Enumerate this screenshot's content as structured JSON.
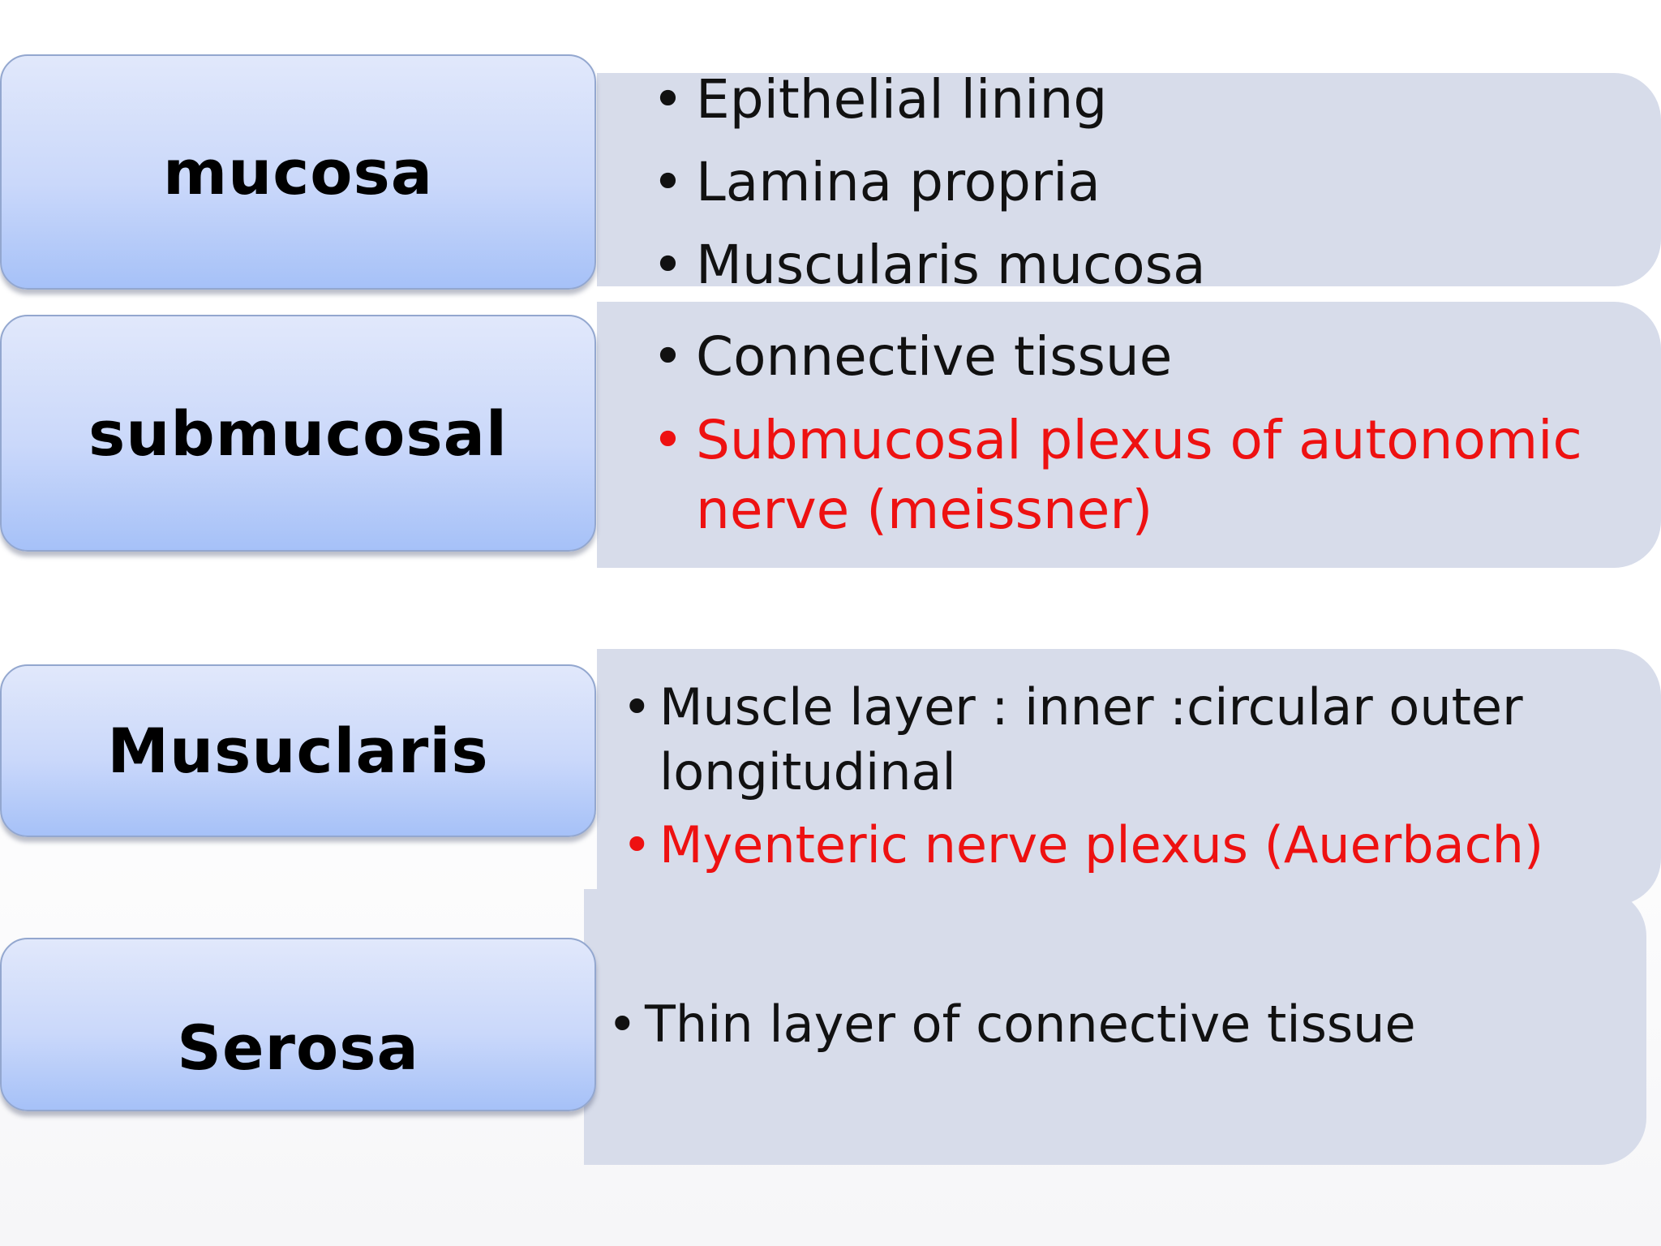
{
  "rows": [
    {
      "label": "mucosa",
      "items": [
        {
          "text": "Epithelial lining",
          "color": "#111111"
        },
        {
          "text": "Lamina propria",
          "color": "#111111"
        },
        {
          "text": "Muscularis mucosa",
          "color": "#111111"
        }
      ]
    },
    {
      "label": "submucosal",
      "items": [
        {
          "text": "Connective tissue",
          "color": "#111111"
        },
        {
          "line1": "Submucosal plexus of autonomic",
          "line2": "nerve (meissner)",
          "color": "#ee1111"
        }
      ]
    },
    {
      "label": "Musuclaris",
      "items": [
        {
          "line1": "Muscle layer : inner :circular outer",
          "line2": "longitudinal",
          "color": "#111111"
        },
        {
          "text": "Myenteric nerve plexus (Auerbach)",
          "color": "#ee1111"
        }
      ]
    },
    {
      "label": "Serosa",
      "items": [
        {
          "text": "Thin layer of connective tissue",
          "color": "#111111"
        }
      ]
    }
  ],
  "bullet": "•",
  "colors": {
    "panel": "#d7dcea",
    "label_top": "#e1e8fb",
    "label_bottom": "#a6c1f8",
    "text": "#111111",
    "highlight": "#ee1111"
  }
}
